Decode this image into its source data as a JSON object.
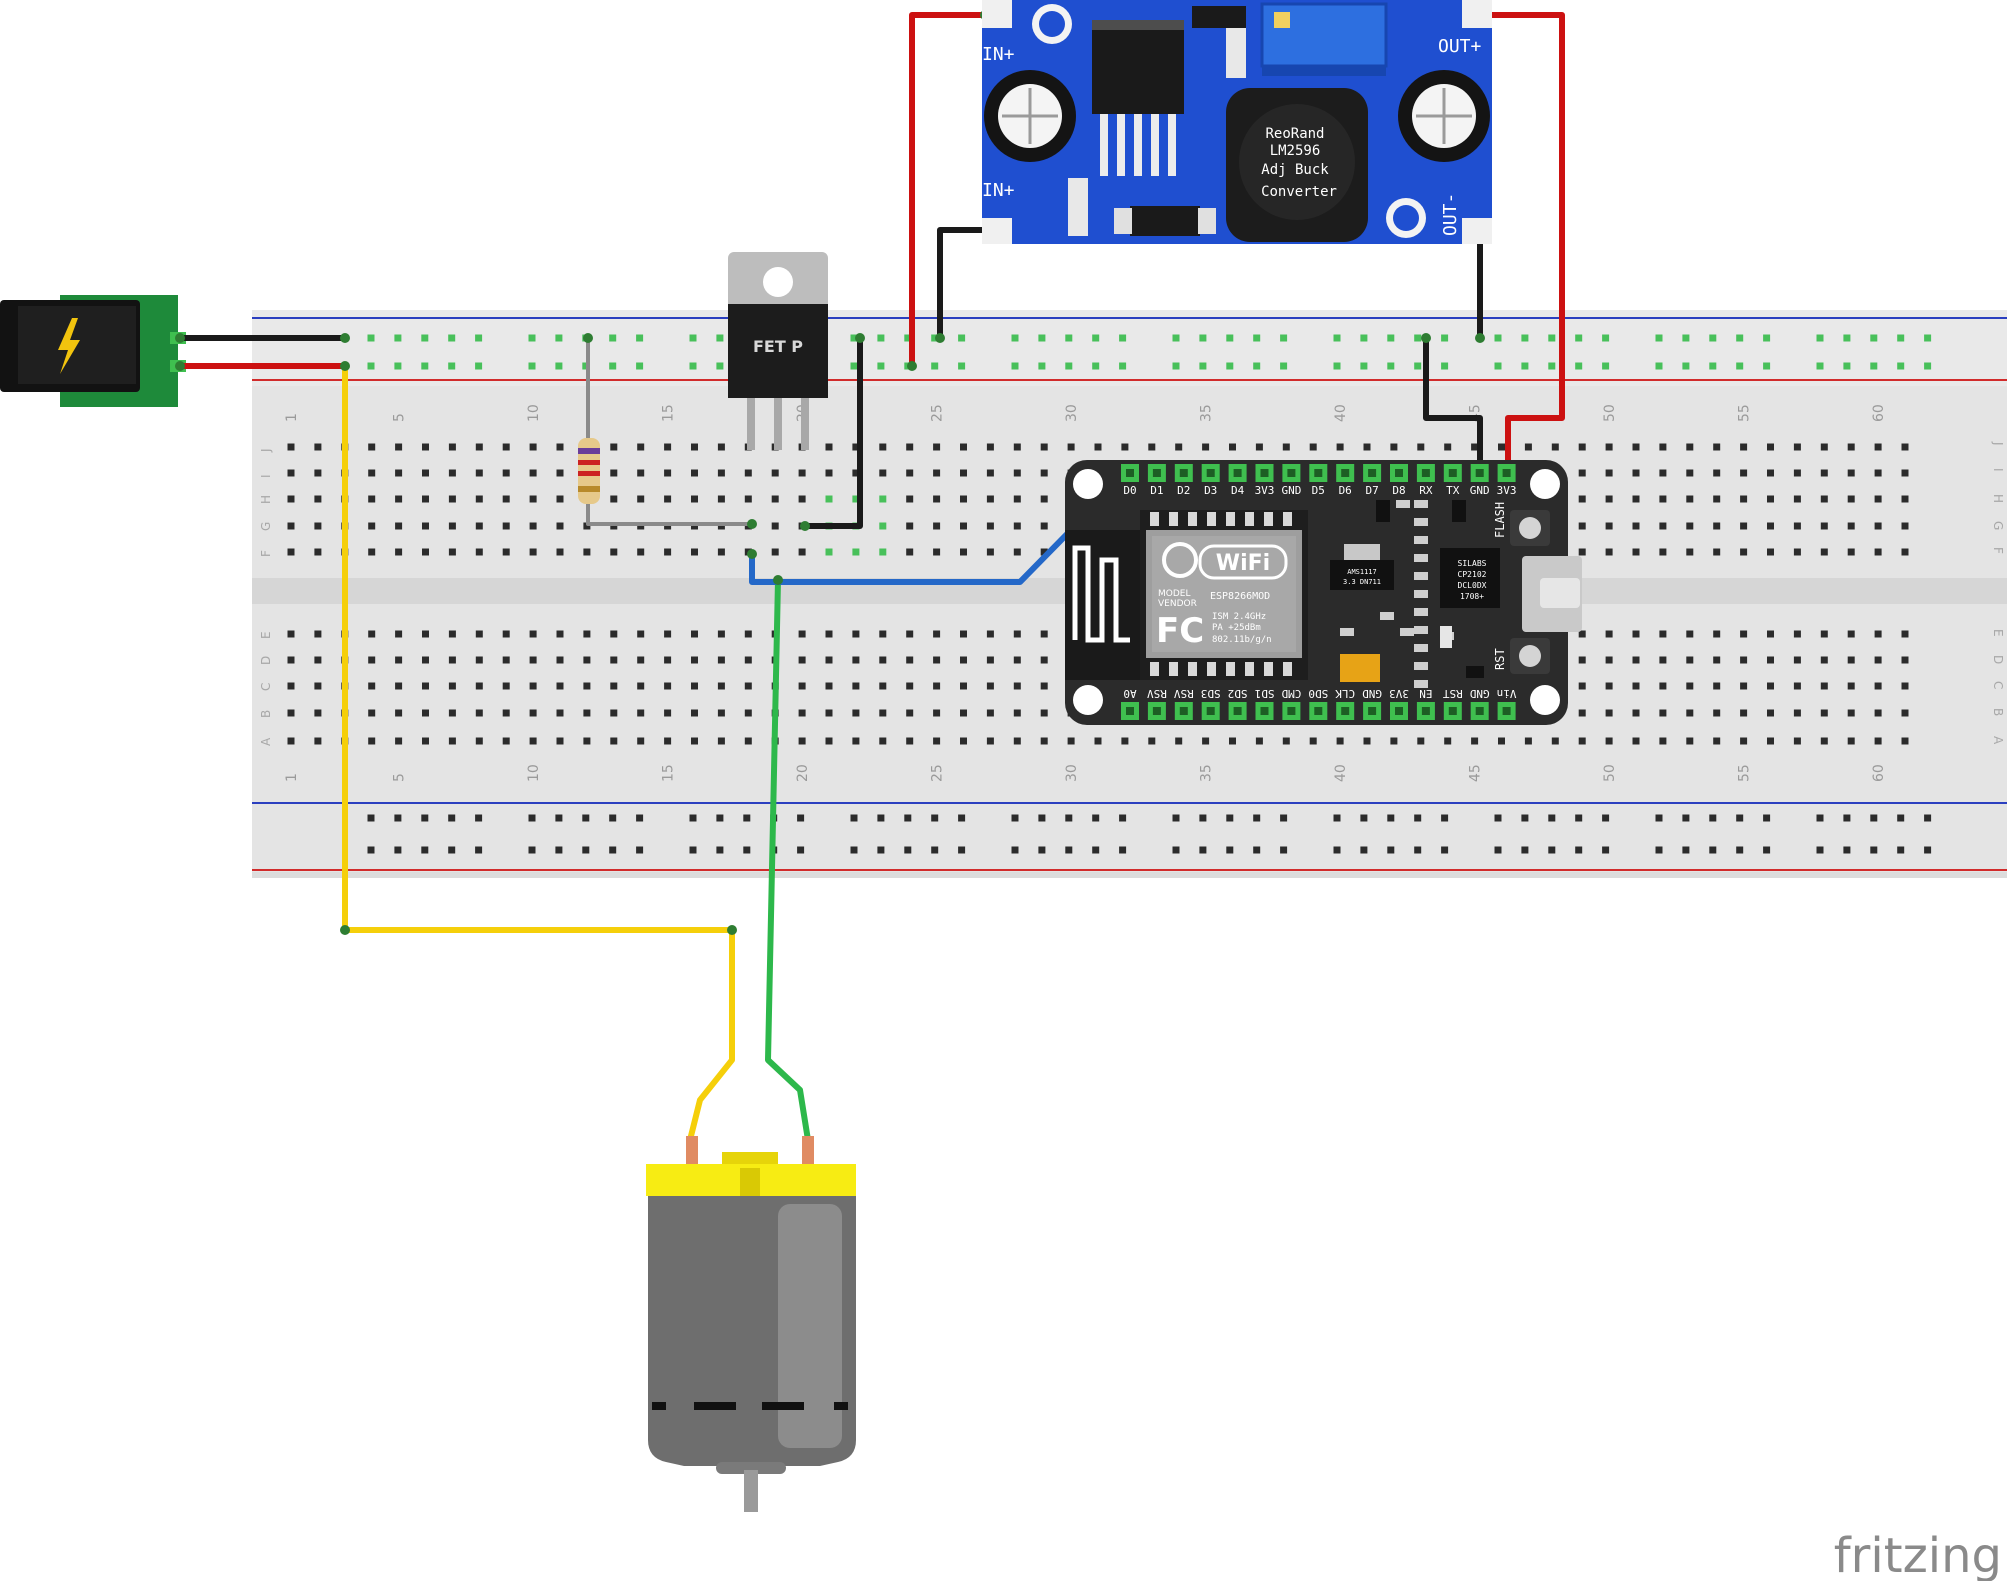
{
  "components": {
    "buck": {
      "label_lines": [
        "ReoRand",
        "LM2596",
        "Adj Buck",
        "Converter"
      ],
      "pin_in_top": "IN+",
      "pin_in_bottom": "IN+",
      "pin_out_top": "OUT+",
      "pin_out_bottom": "OUT-"
    },
    "mosfet": {
      "label": "FET P"
    },
    "nodemcu": {
      "top_pins": [
        "D0",
        "D1",
        "D2",
        "D3",
        "D4",
        "3V3",
        "GND",
        "D5",
        "D6",
        "D7",
        "D8",
        "RX",
        "TX",
        "GND",
        "3V3"
      ],
      "bottom_pins": [
        "A0",
        "RSV",
        "RSV",
        "SD3",
        "SD2",
        "SD1",
        "CMD",
        "SD0",
        "CLK",
        "GND",
        "3V3",
        "EN",
        "RST",
        "GND",
        "Vin"
      ],
      "wifi_text": "WiFi",
      "model_text": "MODEL",
      "vendor_text": "VENDOR",
      "module_name": "ESP8266MOD",
      "ism_text": "ISM 2.4GHz",
      "pa_text": "PA +25dBm",
      "std_text": "802.11b/g/n",
      "fc_text": "FC",
      "reg_line1": "AMS1117",
      "reg_line2": "3.3 DN711",
      "usb_line1": "SILABS",
      "usb_line2": "CP2102",
      "usb_line3": "DCL0DX",
      "usb_line4": "1708+",
      "flash_label": "FLASH",
      "rst_label": "RST"
    }
  },
  "breadboard": {
    "column_numbers": [
      "1",
      "5",
      "10",
      "15",
      "20",
      "25",
      "30",
      "35",
      "40",
      "45",
      "50",
      "55",
      "60"
    ],
    "row_letters_top": [
      "J",
      "I",
      "H",
      "G",
      "F"
    ],
    "row_letters_bottom": [
      "E",
      "D",
      "C",
      "B",
      "A"
    ]
  },
  "watermark": "fritzing",
  "colors": {
    "wire_red": "#cc1111",
    "wire_black": "#1a1a1a",
    "wire_yellow": "#f5cf0a",
    "wire_green": "#2db84b",
    "wire_blue": "#2468c8",
    "wire_gray": "#8a8a8a",
    "buck_board": "#1f4fd0",
    "nodemcu_board": "#2b2b2b",
    "motor_cap": "#f7ec13",
    "motor_body": "#6e6e6e"
  }
}
